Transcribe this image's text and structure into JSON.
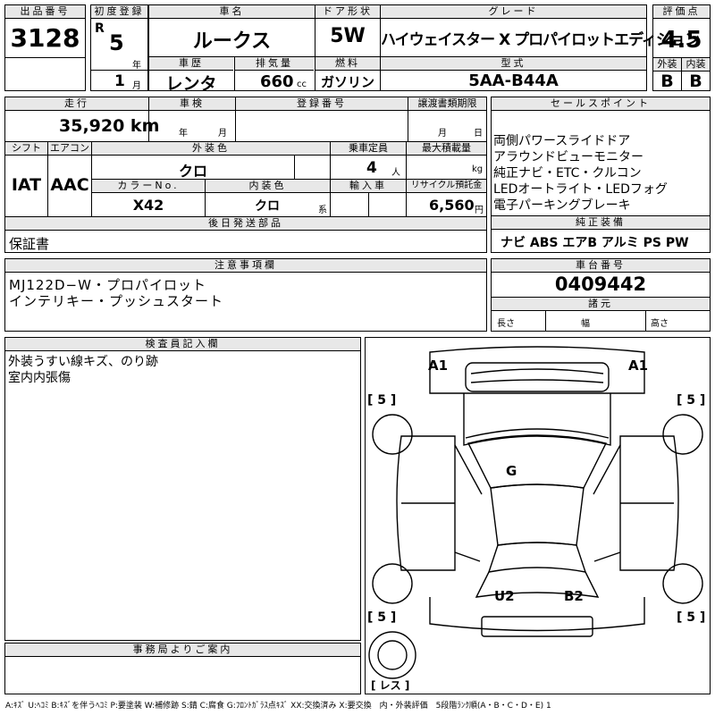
{
  "lot": {
    "label": "出品番号",
    "value": "3128"
  },
  "first_reg": {
    "label": "初度登録",
    "era": "R",
    "year": "5",
    "year_unit": "年",
    "month": "1",
    "month_unit": "月"
  },
  "car_name": {
    "label": "車名",
    "value": "ルークス"
  },
  "door": {
    "label": "ドア形状",
    "value": "5W"
  },
  "grade": {
    "label": "グレード",
    "value": "ハイウェイスター X プロパイロットエディション"
  },
  "score": {
    "label": "評価点",
    "value": "4.5",
    "ext_label": "外装",
    "ext_value": "B",
    "int_label": "内装",
    "int_value": "B"
  },
  "history": {
    "label": "車歴",
    "value": "レンタ"
  },
  "displacement": {
    "label": "排気量",
    "value": "660",
    "unit": "cc"
  },
  "fuel": {
    "label": "燃料",
    "value": "ガソリン"
  },
  "model": {
    "label": "型式",
    "value": "5AA-B44A"
  },
  "mileage": {
    "label": "走行",
    "value": "35,920 km"
  },
  "inspection": {
    "label": "車検",
    "year_unit": "年",
    "month_unit": "月"
  },
  "registration": {
    "label": "登録番号"
  },
  "transfer": {
    "label": "譲渡書類期限",
    "month_unit": "月",
    "day_unit": "日"
  },
  "shift": {
    "label": "シフト",
    "value": "IAT"
  },
  "ac": {
    "label": "エアコン",
    "value": "AAC"
  },
  "exterior_color": {
    "label": "外装色",
    "value": "クロ"
  },
  "capacity": {
    "label": "乗車定員",
    "value": "4",
    "unit": "人"
  },
  "max_load": {
    "label": "最大積載量",
    "unit": "kg"
  },
  "color_no": {
    "label": "カラーNo.",
    "value": "X42"
  },
  "interior_color": {
    "label": "内装色",
    "value": "クロ",
    "unit": "系"
  },
  "import": {
    "label": "輸入車"
  },
  "recycle": {
    "label": "リサイクル預託金",
    "value": "6,560",
    "unit": "円"
  },
  "later_parts": {
    "label": "後日発送部品",
    "value": "保証書"
  },
  "sales_points": {
    "label": "セールスポイント",
    "items": [
      "両側パワースライドドア",
      "アラウンドビューモニター",
      "純正ナビ・ETC・クルコン",
      "LEDオートライト・LEDフォグ",
      "電子パーキングブレーキ"
    ]
  },
  "equipment": {
    "label": "純正装備",
    "value": "ナビ ABS エアB アルミ PS PW"
  },
  "notes": {
    "label": "注意事項欄",
    "lines": [
      "MJ122D−W・プロパイロット",
      "インテリキー・プッシュスタート"
    ]
  },
  "chassis": {
    "label": "車台番号",
    "value": "0409442"
  },
  "specs": {
    "label": "諸元",
    "length": "長さ",
    "width": "幅",
    "height": "高さ"
  },
  "inspector": {
    "label": "検査員記入欄",
    "lines": [
      "外装うすい線キズ、のり跡",
      "室内内張傷"
    ]
  },
  "office": {
    "label": "事務局よりご案内"
  },
  "diagram": {
    "marks": {
      "a1_left": "A1",
      "a1_right": "A1",
      "g": "G",
      "u2": "U2",
      "b2": "B2"
    },
    "tires": {
      "fl": "[ 5 ]",
      "fr": "[ 5 ]",
      "rl": "[ 5 ]",
      "rr": "[ 5 ]",
      "spare": "[ レス ]"
    }
  },
  "legend": "A:ｷｽﾞ U:ﾍｺﾐ B:ｷｽﾞを伴うﾍｺﾐ P:要塗装 W:補修跡 S:錆 C:腐食 G:ﾌﾛﾝﾄｶﾞﾗｽ点ｷｽﾞ XX:交換済み X:要交換　内・外装評価　5段階ﾗﾝｸ順(A・B・C・D・E) 1"
}
